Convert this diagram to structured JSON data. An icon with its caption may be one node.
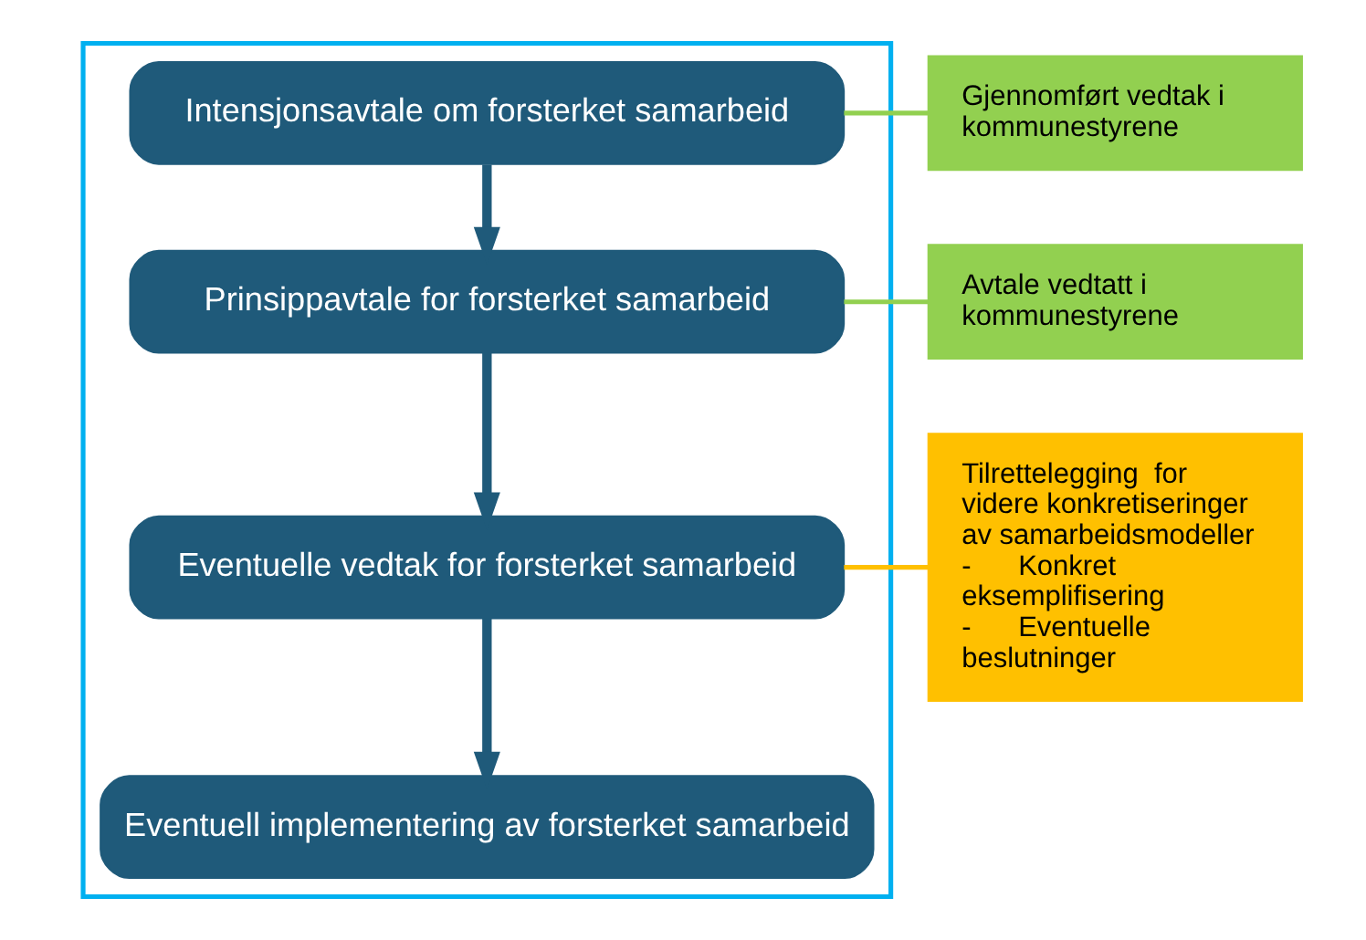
{
  "diagram": {
    "nodes": [
      {
        "text": [],
        "shape": "box"
      },
      {
        "text": [
          "Intensjonsavtale om forsterket samarbeid"
        ],
        "in": 0
      },
      {
        "text": [
          "Prinsippavtale for forsterket samarbeid"
        ],
        "in": 0
      },
      {
        "text": [
          "Eventuelle vedtak for forsterket samarbeid"
        ],
        "in": 0
      },
      {
        "text": [
          "Eventuell implementering av forsterket samarbeid"
        ],
        "in": 0
      },
      {
        "text": [
          "Gjennomført vedtak i kommunestyrene"
        ]
      },
      {
        "text": [
          "Avtale vedtatt i kommunestyrene"
        ]
      },
      {
        "text": [
          "Tilrettelegging  for videre konkretiseringer av samarbeidsmodeller",
          "-      Konkret eksemplifisering",
          "-      Eventuelle beslutninger"
        ]
      }
    ],
    "edges": [
      {
        "from": 1,
        "to": 2,
        "arrow": "to",
        "style": "thick"
      },
      {
        "from": 2,
        "to": 3,
        "arrow": "to",
        "style": "thick"
      },
      {
        "from": 3,
        "to": 4,
        "arrow": "to",
        "style": "thick"
      },
      {
        "from": 1,
        "to": 5,
        "arrow": "none",
        "color": "#92d050"
      },
      {
        "from": 2,
        "to": 6,
        "arrow": "none",
        "color": "#92d050"
      },
      {
        "from": 3,
        "to": 7,
        "arrow": "none",
        "color": "#ffc000"
      }
    ]
  }
}
